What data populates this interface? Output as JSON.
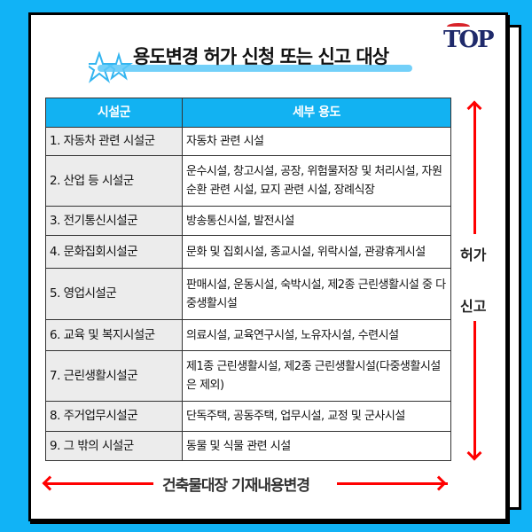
{
  "title": "용도변경 허가 신청 또는 신고 대상",
  "logo": "TOP",
  "table": {
    "headers": [
      "시설군",
      "세부 용도"
    ],
    "rows": [
      [
        "1. 자동차 관련 시설군",
        "자동차 관련 시설"
      ],
      [
        "2. 산업 등 시설군",
        "운수시설, 창고시설, 공장, 위험물저장 및 처리시설, 자원순환 관련 시설, 묘지 관련 시설, 장례식장"
      ],
      [
        "3. 전기통신시설군",
        "방송통신시설, 발전시설"
      ],
      [
        "4. 문화집회시설군",
        "문화 및 집회시설, 종교시설, 위락시설, 관광휴게시설"
      ],
      [
        "5. 영업시설군",
        "판매시설, 운동시설, 숙박시설, 제2종 근린생활시설 중 다중생활시설"
      ],
      [
        "6. 교육 및 복지시설군",
        "의료시설, 교육연구시설, 노유자시설, 수련시설"
      ],
      [
        "7. 근린생활시설군",
        "제1종 근린생활시설, 제2종 근린생활시설(다중생활시설은 제외)"
      ],
      [
        "8. 주거업무시설군",
        "단독주택, 공동주택, 업무시설, 교정 및 군사시설"
      ],
      [
        "9. 그 밖의 시설군",
        "동물 및 식물 관련 시설"
      ]
    ]
  },
  "right_labels": {
    "up": "허가",
    "down": "신고"
  },
  "bottom_label": "건축물대장 기재내용변경",
  "colors": {
    "background": "#11b3f6",
    "header": "#12b2f2",
    "arrow": "#ff0000"
  }
}
